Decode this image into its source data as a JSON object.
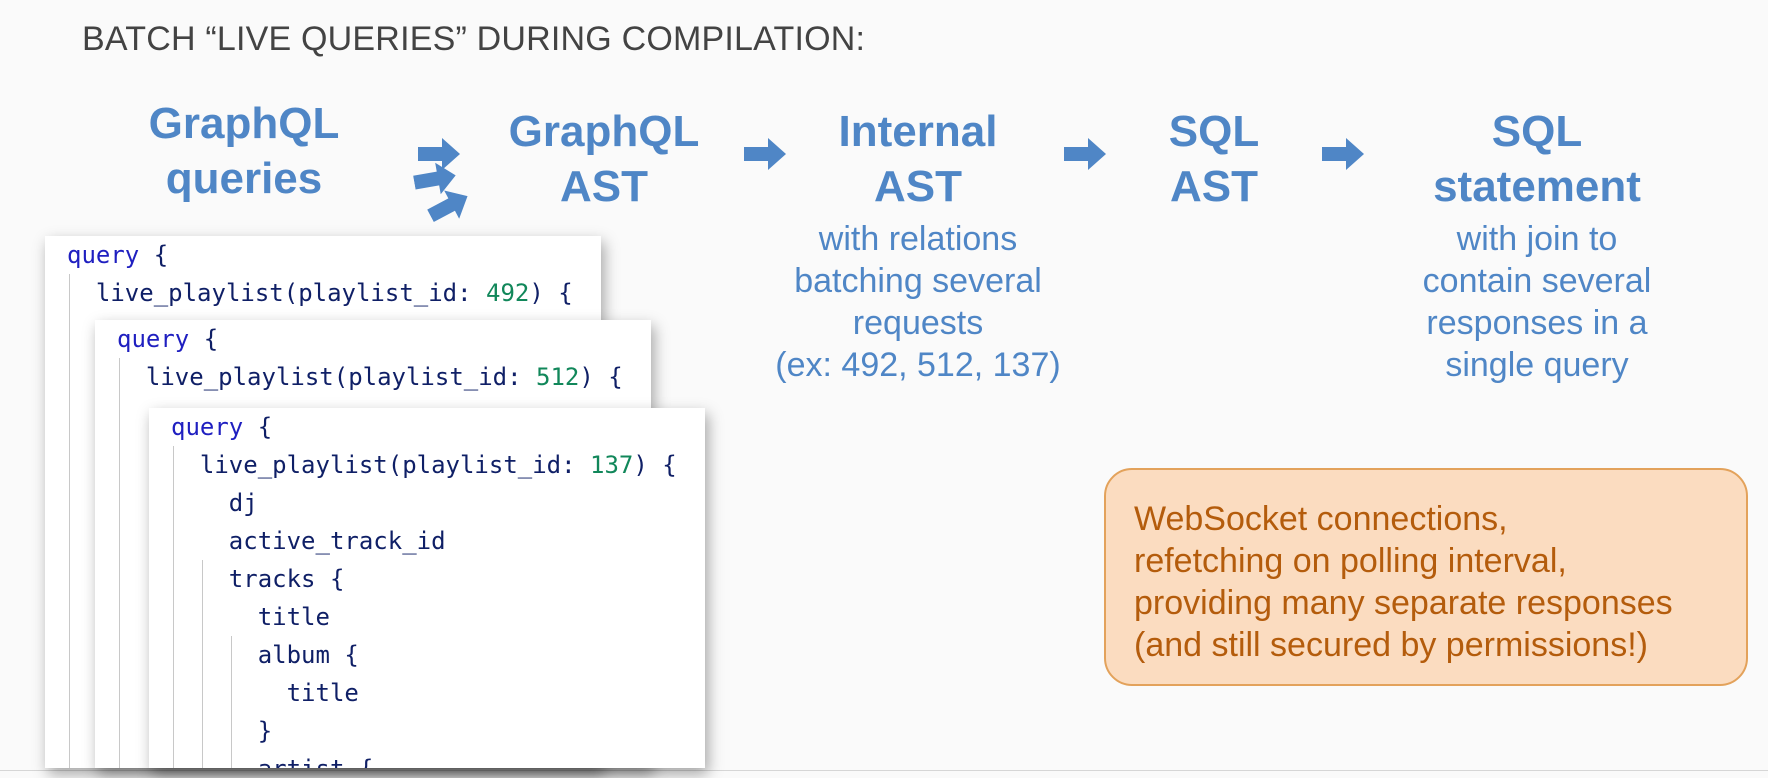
{
  "title": "BATCH “LIVE QUERIES” DURING COMPILATION:",
  "stages": [
    {
      "name_lines": [
        "GraphQL",
        "queries"
      ],
      "desc_lines": []
    },
    {
      "name_lines": [
        "GraphQL",
        "AST"
      ],
      "desc_lines": []
    },
    {
      "name_lines": [
        "Internal",
        "AST"
      ],
      "desc_lines": [
        "with relations",
        "batching several",
        "requests",
        "(ex: 492, 512, 137)"
      ]
    },
    {
      "name_lines": [
        "SQL",
        "AST"
      ],
      "desc_lines": []
    },
    {
      "name_lines": [
        "SQL",
        "statement"
      ],
      "desc_lines": [
        "with join to",
        "contain several",
        "responses in a",
        "single query"
      ]
    }
  ],
  "query_cards": [
    {
      "lines": [
        [
          {
            "t": "query",
            "c": "kw"
          },
          {
            "t": " {"
          }
        ],
        [
          {
            "t": "  live_playlist(playlist_id: "
          },
          {
            "t": "492",
            "c": "num"
          },
          {
            "t": ") {"
          }
        ]
      ]
    },
    {
      "lines": [
        [
          {
            "t": "query",
            "c": "kw"
          },
          {
            "t": " {"
          }
        ],
        [
          {
            "t": "  live_playlist(playlist_id: "
          },
          {
            "t": "512",
            "c": "num"
          },
          {
            "t": ") {"
          }
        ]
      ]
    },
    {
      "lines": [
        [
          {
            "t": "query",
            "c": "kw"
          },
          {
            "t": " {"
          }
        ],
        [
          {
            "t": "  live_playlist(playlist_id: "
          },
          {
            "t": "137",
            "c": "num"
          },
          {
            "t": ") {"
          }
        ],
        [
          {
            "t": "    dj"
          }
        ],
        [
          {
            "t": "    active_track_id"
          }
        ],
        [
          {
            "t": "    tracks {"
          }
        ],
        [
          {
            "t": "      title"
          }
        ],
        [
          {
            "t": "      album {"
          }
        ],
        [
          {
            "t": "        title"
          }
        ],
        [
          {
            "t": "      }"
          }
        ],
        [
          {
            "t": "      artist {"
          }
        ]
      ]
    }
  ],
  "note_lines": [
    "WebSocket connections,",
    "refetching on polling interval,",
    "providing many separate responses",
    "(and still secured by permissions!)"
  ],
  "colors": {
    "stage_text": "#4f86c6",
    "arrow": "#4f86c6",
    "title": "#434343",
    "keyword": "#1f1fc0",
    "number": "#11875a",
    "identifier": "#0f1f66",
    "note_fill": "#fbdcc0",
    "note_border": "#e3a25b",
    "note_text": "#b45c0c"
  },
  "icons": [
    "right-arrow-icon"
  ]
}
